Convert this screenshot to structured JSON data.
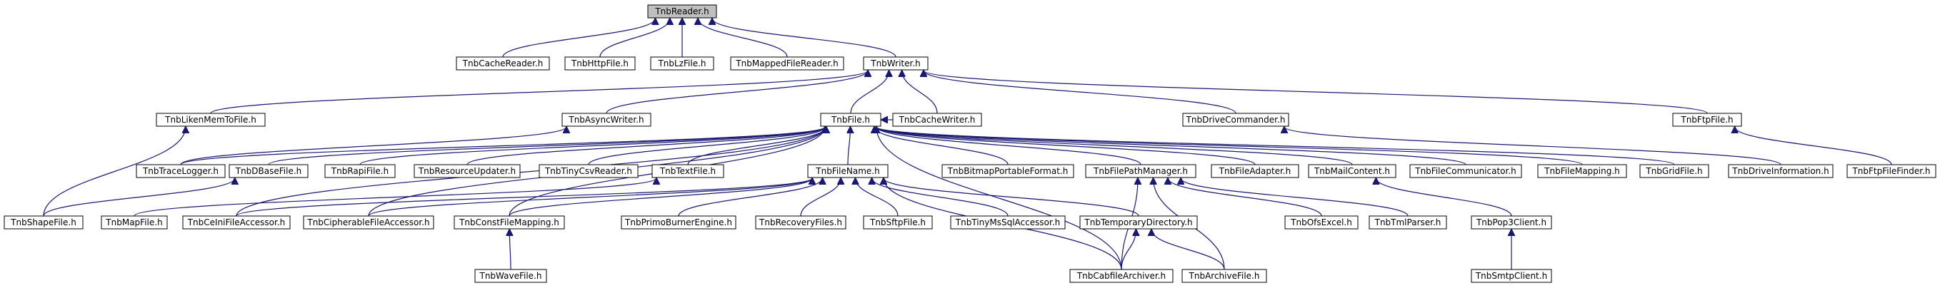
{
  "colors": {
    "edge": "#191970",
    "root_fill": "#bfbfbf",
    "node_fill": "#ffffff",
    "node_border": "#000000"
  },
  "root": "n_reader",
  "nodes": {
    "n_reader": "TnbReader.h",
    "n_cachereader": "TnbCacheReader.h",
    "n_httpfile": "TnbHttpFile.h",
    "n_lzfile": "TnbLzFile.h",
    "n_mappedfilereader": "TnbMappedFileReader.h",
    "n_writer": "TnbWriter.h",
    "n_likenmemtofile": "TnbLikenMemToFile.h",
    "n_asyncwriter": "TnbAsyncWriter.h",
    "n_file": "TnbFile.h",
    "n_cachewriter": "TnbCacheWriter.h",
    "n_drivecommander": "TnbDriveCommander.h",
    "n_ftpfile": "TnbFtpFile.h",
    "n_tracelogger": "TnbTraceLogger.h",
    "n_dbasefile": "TnbDBaseFile.h",
    "n_rapifile": "TnbRapiFile.h",
    "n_resourceupdater": "TnbResourceUpdater.h",
    "n_tinycsvreader": "TnbTinyCsvReader.h",
    "n_textfile": "TnbTextFile.h",
    "n_filename": "TnbFileName.h",
    "n_bitmapportableformat": "TnbBitmapPortableFormat.h",
    "n_filepathmanager": "TnbFilePathManager.h",
    "n_fileadapter": "TnbFileAdapter.h",
    "n_mailcontent": "TnbMailContent.h",
    "n_filecommunicator": "TnbFileCommunicator.h",
    "n_filemapping": "TnbFileMapping.h",
    "n_gridfile": "TnbGridFile.h",
    "n_driveinformation": "TnbDriveInformation.h",
    "n_ftpfilefinder": "TnbFtpFileFinder.h",
    "n_shapefile": "TnbShapeFile.h",
    "n_mapfile": "TnbMapFile.h",
    "n_celnifileaccessor": "TnbCeIniFileAccessor.h",
    "n_cipherablefileaccessor": "TnbCipherableFileAccessor.h",
    "n_constfilemapping": "TnbConstFileMapping.h",
    "n_primoburnerengine": "TnbPrimoBurnerEngine.h",
    "n_recoveryfiles": "TnbRecoveryFiles.h",
    "n_sftpfile": "TnbSftpFile.h",
    "n_tinymssqlaccessor": "TnbTinyMsSqlAccessor.h",
    "n_temporarydirectory": "TnbTemporaryDirectory.h",
    "n_ofsexcel": "TnbOfsExcel.h",
    "n_tmlparser": "TnbTmlParser.h",
    "n_pop3client": "TnbPop3Client.h",
    "n_wavefile": "TnbWaveFile.h",
    "n_cabfilearchiver": "TnbCabfileArchiver.h",
    "n_archivefile": "TnbArchiveFile.h",
    "n_smtpclient": "TnbSmtpClient.h"
  },
  "edges": [
    [
      "n_cachereader",
      "n_reader"
    ],
    [
      "n_httpfile",
      "n_reader"
    ],
    [
      "n_lzfile",
      "n_reader"
    ],
    [
      "n_mappedfilereader",
      "n_reader"
    ],
    [
      "n_writer",
      "n_reader"
    ],
    [
      "n_likenmemtofile",
      "n_writer"
    ],
    [
      "n_asyncwriter",
      "n_writer"
    ],
    [
      "n_file",
      "n_writer"
    ],
    [
      "n_cachewriter",
      "n_writer"
    ],
    [
      "n_drivecommander",
      "n_writer"
    ],
    [
      "n_ftpfile",
      "n_writer"
    ],
    [
      "n_cachewriter",
      "n_file"
    ],
    [
      "n_tracelogger",
      "n_file"
    ],
    [
      "n_tracelogger",
      "n_asyncwriter"
    ],
    [
      "n_dbasefile",
      "n_file"
    ],
    [
      "n_rapifile",
      "n_file"
    ],
    [
      "n_resourceupdater",
      "n_file"
    ],
    [
      "n_tinycsvreader",
      "n_file"
    ],
    [
      "n_textfile",
      "n_file"
    ],
    [
      "n_filename",
      "n_file"
    ],
    [
      "n_bitmapportableformat",
      "n_file"
    ],
    [
      "n_filepathmanager",
      "n_file"
    ],
    [
      "n_fileadapter",
      "n_file"
    ],
    [
      "n_mailcontent",
      "n_file"
    ],
    [
      "n_filecommunicator",
      "n_file"
    ],
    [
      "n_filemapping",
      "n_file"
    ],
    [
      "n_gridfile",
      "n_file"
    ],
    [
      "n_driveinformation",
      "n_drivecommander"
    ],
    [
      "n_ftpfilefinder",
      "n_ftpfile"
    ],
    [
      "n_shapefile",
      "n_likenmemtofile"
    ],
    [
      "n_shapefile",
      "n_dbasefile"
    ],
    [
      "n_mapfile",
      "n_textfile"
    ],
    [
      "n_celnifileaccessor",
      "n_file"
    ],
    [
      "n_celnifileaccessor",
      "n_filename"
    ],
    [
      "n_cipherablefileaccessor",
      "n_file"
    ],
    [
      "n_cipherablefileaccessor",
      "n_filename"
    ],
    [
      "n_constfilemapping",
      "n_file"
    ],
    [
      "n_constfilemapping",
      "n_filename"
    ],
    [
      "n_primoburnerengine",
      "n_filename"
    ],
    [
      "n_recoveryfiles",
      "n_filename"
    ],
    [
      "n_sftpfile",
      "n_filename"
    ],
    [
      "n_tinymssqlaccessor",
      "n_filename"
    ],
    [
      "n_temporarydirectory",
      "n_filename"
    ],
    [
      "n_ofsexcel",
      "n_filepathmanager"
    ],
    [
      "n_tmlparser",
      "n_filepathmanager"
    ],
    [
      "n_pop3client",
      "n_mailcontent"
    ],
    [
      "n_wavefile",
      "n_constfilemapping"
    ],
    [
      "n_cabfilearchiver",
      "n_file"
    ],
    [
      "n_cabfilearchiver",
      "n_filename"
    ],
    [
      "n_cabfilearchiver",
      "n_filepathmanager"
    ],
    [
      "n_cabfilearchiver",
      "n_temporarydirectory"
    ],
    [
      "n_archivefile",
      "n_temporarydirectory"
    ],
    [
      "n_archivefile",
      "n_filepathmanager"
    ],
    [
      "n_smtpclient",
      "n_pop3client"
    ]
  ]
}
